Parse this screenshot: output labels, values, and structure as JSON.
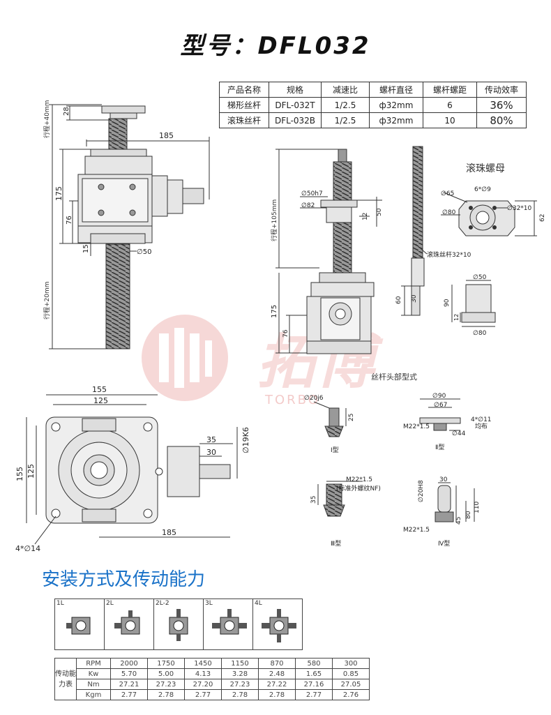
{
  "title": "型号：DFL032",
  "spec_table": {
    "headers": [
      "产品名称",
      "规格",
      "减速比",
      "螺杆直径",
      "螺杆螺距",
      "传动效率"
    ],
    "rows": [
      [
        "梯形丝杆",
        "DFL-032T",
        "1/2.5",
        "ф32mm",
        "6",
        "36%"
      ],
      [
        "滚珠丝杆",
        "DFL-032B",
        "1/2.5",
        "ф32mm",
        "10",
        "80%"
      ]
    ]
  },
  "watermark": {
    "cn": "拓博",
    "en": "TORBO"
  },
  "left_drawing": {
    "dims": {
      "stroke_top": "行程+40mm",
      "d28": "28",
      "d185": "185",
      "d175": "175",
      "d76": "76",
      "d15": "15",
      "d50": "∅50",
      "stroke_bottom": "行程+20mm"
    }
  },
  "mid_drawing": {
    "dims": {
      "stroke": "行程+105mm",
      "d50h7": "∅50h7",
      "d82": "∅82",
      "d12": "12",
      "d50": "50",
      "d175": "175",
      "d76": "76"
    }
  },
  "nut_drawing": {
    "title": "滚珠螺母",
    "screw_label": "滚珠丝杆32*10",
    "dims": {
      "d65": "∅65",
      "holes": "6*∅9",
      "d80": "∅80",
      "d32x10": "∅32*10",
      "d62": "62",
      "d60": "60",
      "d30": "30",
      "d50b": "∅50",
      "d90": "90",
      "d12": "12",
      "d80b": "∅80"
    }
  },
  "head_types": {
    "title": "丝杆头部型式",
    "type1": {
      "label": "Ⅰ型",
      "dims": {
        "d20j6": "∅20j6",
        "d25": "25"
      }
    },
    "type2": {
      "label": "Ⅱ型",
      "dims": {
        "d90": "∅90",
        "d67": "∅67",
        "m22": "M22*1.5",
        "d44": "∅44",
        "holes": "4*∅11",
        "even": "均布"
      }
    },
    "type3": {
      "label": "Ⅲ型",
      "dims": {
        "m22": "M22*1.5",
        "note": "(标准外螺纹NF)",
        "d35": "35"
      }
    },
    "type4": {
      "label": "Ⅳ型",
      "dims": {
        "d30": "30",
        "d20h8": "∅20H8",
        "m22": "M22*1.5",
        "d45": "45",
        "d80": "80",
        "d110": "110"
      }
    }
  },
  "bottom_drawing": {
    "dims": {
      "d155": "155",
      "d125": "125",
      "d35": "35",
      "d30": "30",
      "d19k6": "∅19K6",
      "v155": "155",
      "v125": "125",
      "d185": "185",
      "holes": "4*∅14"
    }
  },
  "section_title": "安装方式及传动能力",
  "mounting": [
    "1L",
    "2L",
    "2L-2",
    "3L",
    "4L"
  ],
  "performance": {
    "side_label": "传动能力表",
    "header": "RPM",
    "rpm": [
      "2000",
      "1750",
      "1450",
      "1150",
      "870",
      "580",
      "300"
    ],
    "rows": [
      {
        "unit": "Kw",
        "values": [
          "5.70",
          "5.00",
          "4.13",
          "3.28",
          "2.48",
          "1.65",
          "0.85"
        ]
      },
      {
        "unit": "Nm",
        "values": [
          "27.21",
          "27.23",
          "27.20",
          "27.23",
          "27.22",
          "27.16",
          "27.05"
        ]
      },
      {
        "unit": "Kgm",
        "values": [
          "2.77",
          "2.78",
          "2.77",
          "2.78",
          "2.78",
          "2.77",
          "2.76"
        ]
      }
    ]
  },
  "colors": {
    "accent": "#1a72c8",
    "watermark": "#d9534f",
    "line": "#333333",
    "part": "#e6e6e6"
  }
}
